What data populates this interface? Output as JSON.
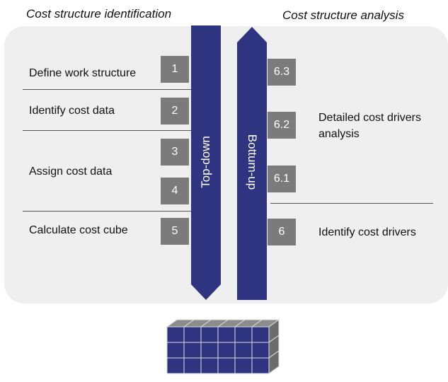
{
  "headings": {
    "left": "Cost structure identification",
    "right": "Cost structure analysis"
  },
  "left_steps": [
    {
      "label": "Define work structure",
      "badge": "1"
    },
    {
      "label": "Identify cost data",
      "badge": "2"
    },
    {
      "label": "Assign cost data",
      "badge_a": "3",
      "badge_b": "4"
    },
    {
      "label": "Calculate cost cube",
      "badge": "5"
    }
  ],
  "right_steps": {
    "badge_63": "6.3",
    "badge_62": "6.2",
    "badge_61": "6.1",
    "badge_6": "6",
    "detailed_label": "Detailed cost drivers analysis",
    "identify_label": "Identify cost drivers"
  },
  "arrows": {
    "down_label": "Top-down",
    "up_label": "Bottum-up",
    "color": "#2f3480"
  },
  "colors": {
    "panel": "#efefef",
    "badge": "#7b7b7b",
    "cube_top": "#8c8c8c",
    "cube_front": "#2f3480",
    "cube_side": "#6c6c6c"
  }
}
